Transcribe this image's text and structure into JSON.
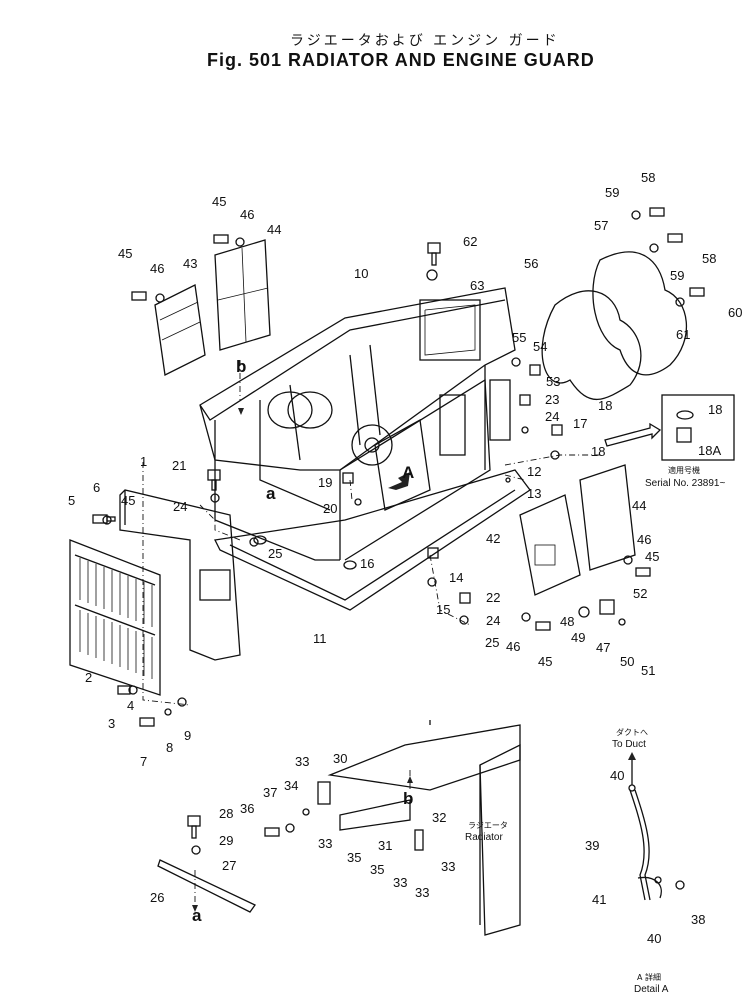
{
  "title": {
    "japanese": "ラジエータおよび エンジン ガード",
    "english": "Fig. 501  RADIATOR AND ENGINE GUARD"
  },
  "notes": {
    "serial_jp": "適用号機",
    "serial_en": "Serial No. 23891~",
    "duct_jp": "ダクトへ",
    "duct_en": "To Duct",
    "radiator_jp": "ラジエータ",
    "radiator_en": "Radiator",
    "detail_jp": "A 詳細",
    "detail_en": "Detail A",
    "view_a": "A"
  },
  "part_labels": [
    "1",
    "2",
    "3",
    "4",
    "5",
    "6",
    "7",
    "8",
    "9",
    "10",
    "11",
    "12",
    "13",
    "14",
    "15",
    "16",
    "17",
    "18",
    "18",
    "18",
    "18A",
    "19",
    "20",
    "21",
    "22",
    "23",
    "24",
    "24",
    "24",
    "25",
    "25",
    "26",
    "27",
    "28",
    "29",
    "30",
    "31",
    "32",
    "33",
    "33",
    "33",
    "33",
    "33",
    "34",
    "35",
    "35",
    "36",
    "37",
    "38",
    "39",
    "40",
    "40",
    "41",
    "42",
    "43",
    "44",
    "44",
    "45",
    "45",
    "45",
    "45",
    "45",
    "46",
    "46",
    "46",
    "46",
    "47",
    "48",
    "49",
    "50",
    "51",
    "52",
    "53",
    "54",
    "55",
    "56",
    "57",
    "58",
    "58",
    "59",
    "59",
    "60",
    "61",
    "62",
    "63",
    "a",
    "a",
    "b",
    "b"
  ],
  "parts_list_ids": [
    "1",
    "2",
    "3",
    "4",
    "5",
    "6",
    "7",
    "8",
    "9",
    "10",
    "11",
    "12",
    "13",
    "14",
    "15",
    "16",
    "17",
    "18",
    "18A",
    "19",
    "20",
    "21",
    "22",
    "23",
    "24",
    "25",
    "26",
    "27",
    "28",
    "29",
    "30",
    "31",
    "32",
    "33",
    "34",
    "35",
    "36",
    "37",
    "38",
    "39",
    "40",
    "41",
    "42",
    "43",
    "44",
    "45",
    "46",
    "47",
    "48",
    "49",
    "50",
    "51",
    "52",
    "53",
    "54",
    "55",
    "56",
    "57",
    "58",
    "59",
    "60",
    "61",
    "62",
    "63"
  ]
}
